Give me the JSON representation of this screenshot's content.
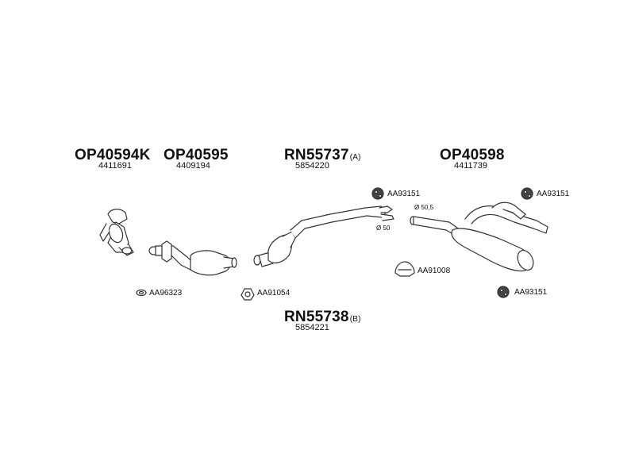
{
  "parts": {
    "front_pipe_k": {
      "code": "OP40594K",
      "oem": "4411691"
    },
    "catalyst": {
      "code": "OP40595",
      "oem": "4409194"
    },
    "center_a": {
      "code": "RN55737",
      "variant": "(A)",
      "oem": "5854220"
    },
    "rear_muffler": {
      "code": "OP40598",
      "oem": "4411739"
    },
    "center_b": {
      "code": "RN55738",
      "variant": "(B)",
      "oem": "5854221"
    }
  },
  "accessories": {
    "gasket_front": "AA96323",
    "gasket_cat": "AA91054",
    "clamp": "AA91008",
    "rubber_mount_center": "AA93151",
    "rubber_mount_rear_top": "AA93151",
    "rubber_mount_rear_bottom": "AA93151"
  },
  "dimensions": {
    "pipe_outlet": "Ø 50",
    "pipe_inlet": "Ø 50,5"
  },
  "colors": {
    "line": "#333333",
    "fill": "#ffffff",
    "text": "#111111"
  }
}
